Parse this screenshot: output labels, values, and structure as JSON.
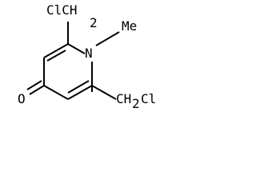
{
  "molecule": {
    "atoms": {
      "chloromethyl_top": "ClCH",
      "chloromethyl_top_subscript": "2",
      "nitrogen": "N",
      "methyl": "Me",
      "oxygen": "O",
      "chloromethyl_bottom_ch2": "CH",
      "chloromethyl_bottom_subscript": "2",
      "chloromethyl_bottom_cl": "Cl"
    },
    "colors": {
      "bond": "#000000",
      "label": "#000000",
      "background": "#ffffff"
    }
  }
}
